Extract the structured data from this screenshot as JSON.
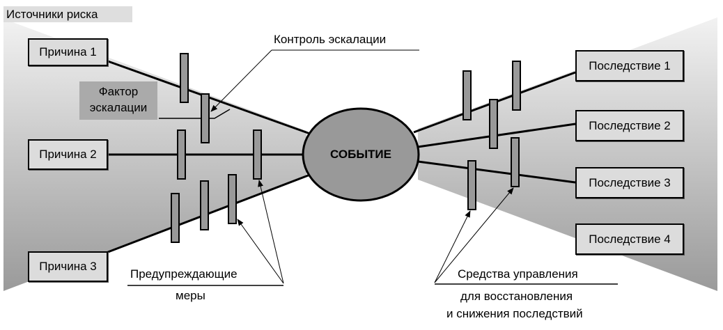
{
  "diagram": {
    "type": "bow-tie risk diagram",
    "sources_label": "Источники риска",
    "event_label": "СОБЫТИЕ",
    "causes": [
      {
        "label": "Причина 1"
      },
      {
        "label": "Причина 2"
      },
      {
        "label": "Причина 3"
      }
    ],
    "consequences": [
      {
        "label": "Последствие 1"
      },
      {
        "label": "Последствие 2"
      },
      {
        "label": "Последствие 3"
      },
      {
        "label": "Последствие 4"
      }
    ],
    "escalation_factor_label": [
      "Фактор",
      "эскалации"
    ],
    "escalation_control_label": "Контроль эскалации",
    "preventive_label": [
      "Предупреждающие",
      "меры"
    ],
    "recovery_label": [
      "Средства управления",
      "для восстановления",
      "и снижения последствий"
    ]
  },
  "colors": {
    "box_fill": "#dcdcdc",
    "barrier_fill": "#999999",
    "event_fill": "#999999",
    "label_bg": "#aaaaaa"
  }
}
